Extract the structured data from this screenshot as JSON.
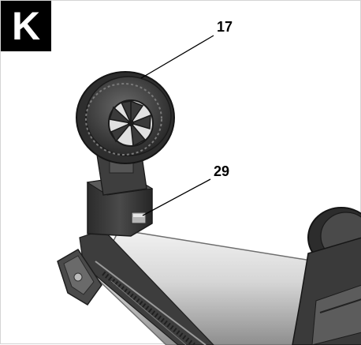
{
  "figure": {
    "label": "K",
    "callouts": [
      {
        "number": "17"
      },
      {
        "number": "29"
      }
    ]
  },
  "colors": {
    "background": "#ffffff",
    "badge_bg": "#000000",
    "badge_text": "#ffffff",
    "dark_part": "#3a3a3a",
    "mid_part": "#5a5a5a",
    "metal_tube": "#cfcfcf"
  }
}
